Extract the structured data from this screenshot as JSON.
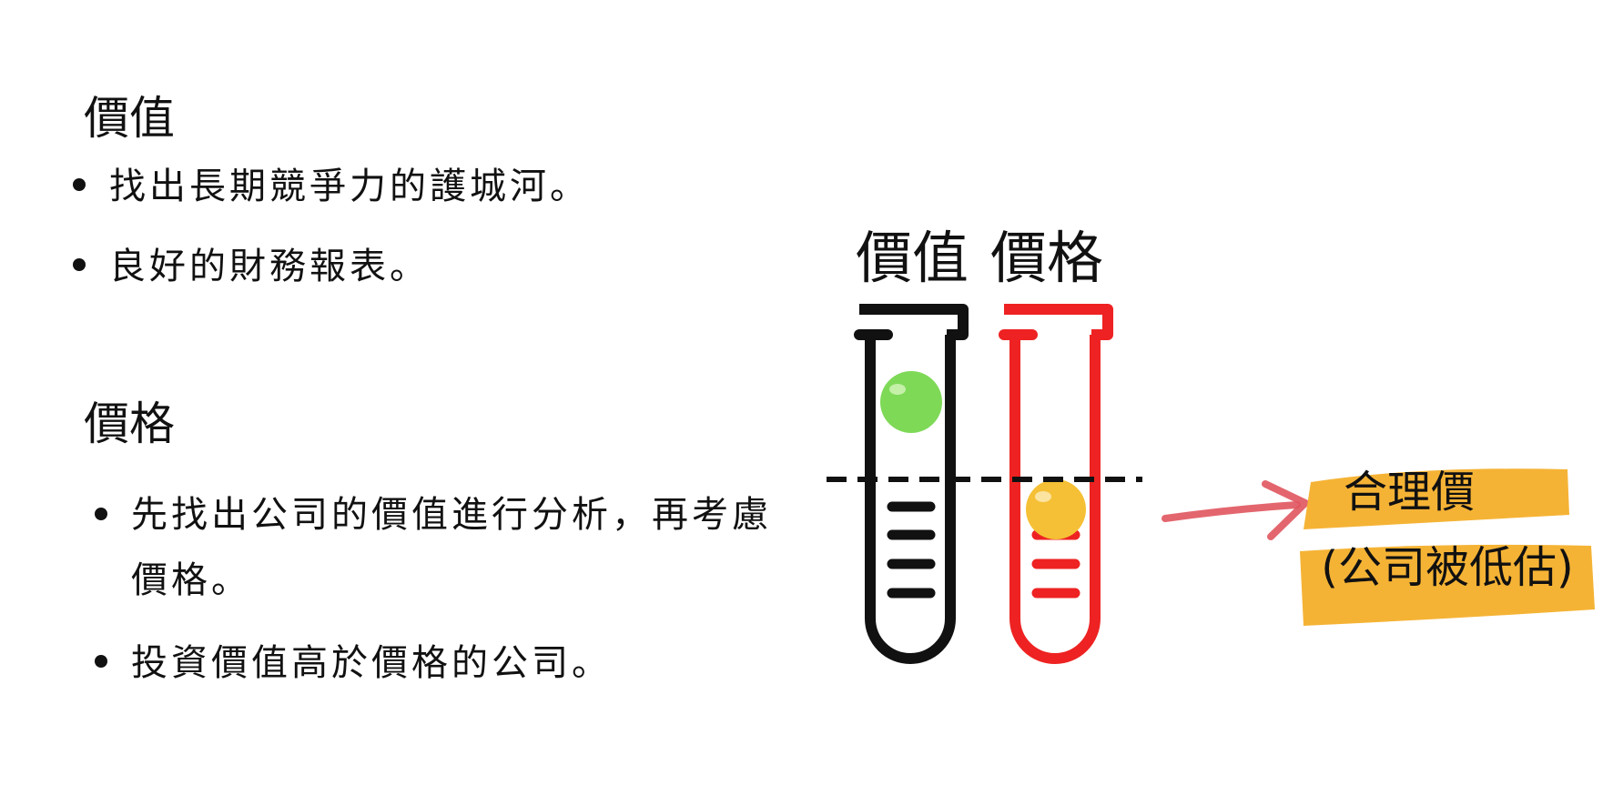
{
  "value_section": {
    "heading": "價值",
    "bullets": [
      "找出長期競爭力的護城河。",
      "良好的財務報表。"
    ]
  },
  "price_section": {
    "heading": "價格",
    "bullets": [
      "先找出公司的價值進行分析，再考慮價格。",
      "投資價值高於價格的公司。"
    ]
  },
  "diagram": {
    "value_tube_label": "價值",
    "price_tube_label": "價格",
    "callout_line1": "合理價",
    "callout_line2": "(公司被低估)",
    "colors": {
      "value_tube": "#111111",
      "price_tube": "#ee2222",
      "value_ball": "#7ed957",
      "price_ball": "#f5c035",
      "arrow": "#e0555e",
      "highlight": "#f5b335"
    }
  }
}
